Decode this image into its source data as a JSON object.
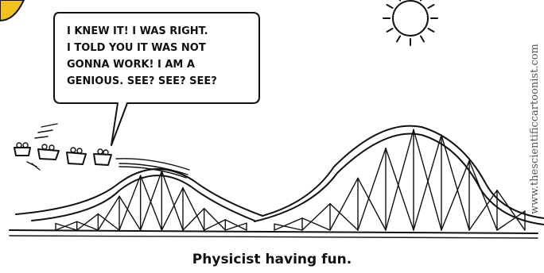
{
  "speech_bubble": {
    "lines": [
      "I KNEW IT!  I WAS RIGHT.",
      "I TOLD YOU  IT WAS NOT",
      "GONNA  WORK!  I AM A",
      "GENIOUS. SEE? SEE? SEE?"
    ]
  },
  "caption": "Physicist having fun.",
  "credit": "www.thescientificcartoonist.com",
  "colors": {
    "ink": "#111111",
    "paper": "#ffffff",
    "badge": "#f2c21a"
  }
}
